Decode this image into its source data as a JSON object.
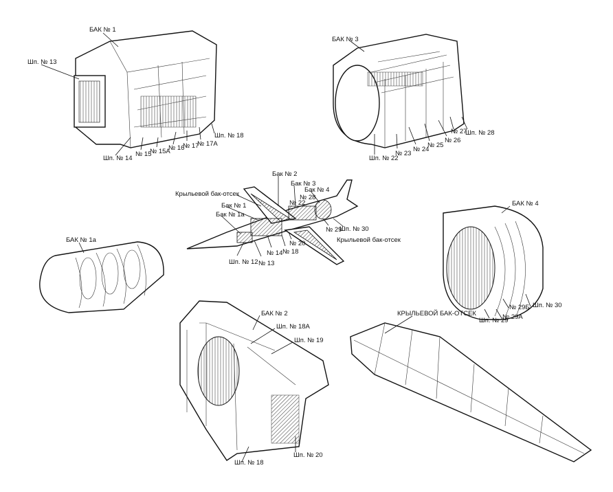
{
  "tank_1": {
    "title": "БАК № 1",
    "frames": [
      "Шп. № 13",
      "Шп. № 14",
      "№ 15",
      "№ 15А",
      "№ 16",
      "№ 17",
      "№ 17А",
      "Шп. № 18"
    ]
  },
  "tank_3": {
    "title": "БАК № 3",
    "frames": [
      "Шп. № 22",
      "№ 23",
      "№ 24",
      "№ 25",
      "№ 26",
      "№ 27",
      "Шп. № 28"
    ]
  },
  "aircraft": {
    "labels": [
      "Бак № 2",
      "Бак № 3",
      "Бак № 4",
      "Крыльевой бак-отсек",
      "№ 28",
      "Бак № 1",
      "№ 22",
      "Бак № 1а",
      "№ 29",
      "Шп. № 30",
      "Крыльевой бак-отсек",
      "№ 20",
      "№ 14",
      "№ 18",
      "Шп. № 12",
      "№ 13"
    ]
  },
  "tank_1a": {
    "title": "БАК № 1а"
  },
  "tank_4": {
    "title": "БАК № 4",
    "frames": [
      "№ 29Б",
      "Шп. № 30",
      "Шп. № 29",
      "№ 29А"
    ]
  },
  "wing_tank": {
    "title": "КРЫЛЬЕВОЙ БАК-ОТСЕК"
  },
  "tank_2": {
    "title": "БАК № 2",
    "frames": [
      "Шп. № 18А",
      "Шп. № 19",
      "Шп. № 20",
      "Шп. № 18"
    ]
  }
}
